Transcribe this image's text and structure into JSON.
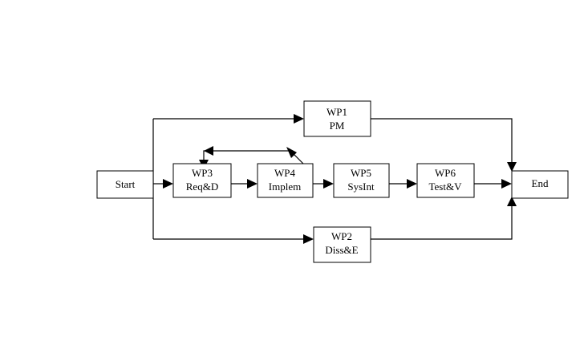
{
  "diagram": {
    "nodes": {
      "start": {
        "label": "Start"
      },
      "wp1": {
        "line1": "WP1",
        "line2": "PM"
      },
      "wp2": {
        "line1": "WP2",
        "line2": "Diss&E"
      },
      "wp3": {
        "line1": "WP3",
        "line2": "Req&D"
      },
      "wp4": {
        "line1": "WP4",
        "line2": "Implem"
      },
      "wp5": {
        "line1": "WP5",
        "line2": "SysInt"
      },
      "wp6": {
        "line1": "WP6",
        "line2": "Test&V"
      },
      "end": {
        "label": "End"
      }
    },
    "edges": [
      {
        "from": "start",
        "to": "wp1"
      },
      {
        "from": "start",
        "to": "wp3"
      },
      {
        "from": "start",
        "to": "wp2"
      },
      {
        "from": "wp3",
        "to": "wp4"
      },
      {
        "from": "wp4",
        "to": "wp3"
      },
      {
        "from": "wp4",
        "to": "wp5"
      },
      {
        "from": "wp5",
        "to": "wp6"
      },
      {
        "from": "wp6",
        "to": "end"
      },
      {
        "from": "wp1",
        "to": "end"
      },
      {
        "from": "wp2",
        "to": "end"
      }
    ]
  }
}
